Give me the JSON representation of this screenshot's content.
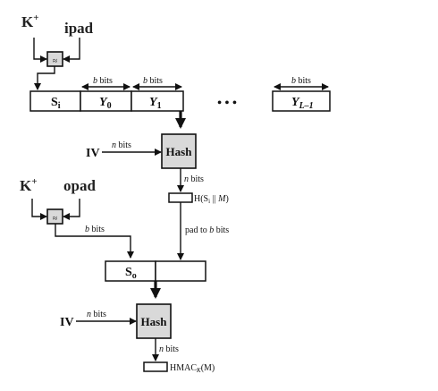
{
  "top": {
    "key_label": "K",
    "key_sup": "+",
    "ipad_label": "ipad",
    "xor_symbol": "≈"
  },
  "block_row": {
    "s_i": "S",
    "s_i_sub": "i",
    "y0": "Y",
    "y0_sub": "0",
    "y1": "Y",
    "y1_sub": "1",
    "ellipsis": "• • •",
    "ylast": "Y",
    "ylast_sub": "L–1",
    "bbits_italic": "b",
    "bbits_suffix": " bits"
  },
  "inner_hash": {
    "iv_label": "IV",
    "nbits_italic": "n",
    "nbits_suffix": " bits",
    "hash_label": "Hash",
    "out_nbits_italic": "n",
    "out_nbits_suffix": " bits",
    "result_label_prefix": "H(S",
    "result_label_sub": "i",
    "result_label_mid": " || ",
    "result_label_m": "M",
    "result_label_suffix": ")",
    "pad_label_prefix": "pad to ",
    "pad_label_b": "b",
    "pad_label_suffix": " bits"
  },
  "middle": {
    "key_label": "K",
    "key_sup": "+",
    "opad_label": "opad",
    "xor_symbol": "≈",
    "bbits_italic": "b",
    "bbits_suffix": " bits",
    "s_o": "S",
    "s_o_sub": "o"
  },
  "outer_hash": {
    "iv_label": "IV",
    "nbits_italic": "n",
    "nbits_suffix": " bits",
    "hash_label": "Hash",
    "out_nbits_italic": "n",
    "out_nbits_suffix": " bits",
    "result_prefix": "HMAC",
    "result_sub": "K",
    "result_suffix": "(M)"
  }
}
